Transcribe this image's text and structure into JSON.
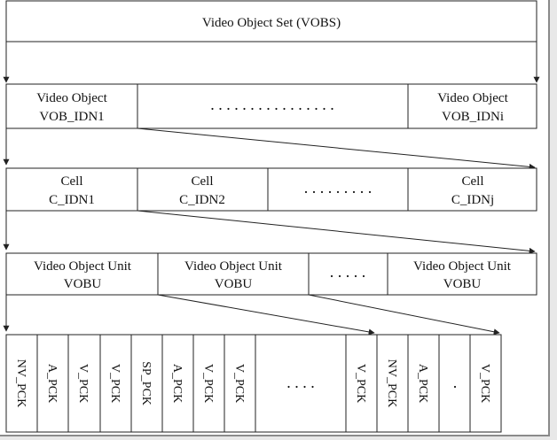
{
  "vobs": {
    "label": "Video Object Set (VOBS)"
  },
  "vob_row": {
    "first": {
      "line1": "Video Object",
      "line2": "VOB_IDN1"
    },
    "ellipsis": ". . . . . . . . . . . . . . . .",
    "last": {
      "line1": "Video Object",
      "line2": "VOB_IDNi"
    }
  },
  "cell_row": {
    "cells": [
      {
        "line1": "Cell",
        "line2": "C_IDN1"
      },
      {
        "line1": "Cell",
        "line2": "C_IDN2"
      }
    ],
    "ellipsis": ". . . . . . . . .",
    "last": {
      "line1": "Cell",
      "line2": "C_IDNj"
    }
  },
  "vobu_row": {
    "units": [
      {
        "line1": "Video Object Unit",
        "line2": "VOBU"
      },
      {
        "line1": "Video Object Unit",
        "line2": "VOBU"
      }
    ],
    "ellipsis": ". . . . .",
    "last": {
      "line1": "Video Object Unit",
      "line2": "VOBU"
    }
  },
  "pack_row": {
    "packs": [
      "NV_PCK",
      "A_PCK",
      "V_PCK",
      "V_PCK",
      "SP_PCK",
      "A_PCK",
      "V_PCK",
      "V_PCK"
    ],
    "ellipsis": ".  .  .  .",
    "packs_after": [
      "V_PCK",
      "NV_PCK",
      "A_PCK"
    ],
    "ellipsis2": ".",
    "last": "V_PCK"
  }
}
